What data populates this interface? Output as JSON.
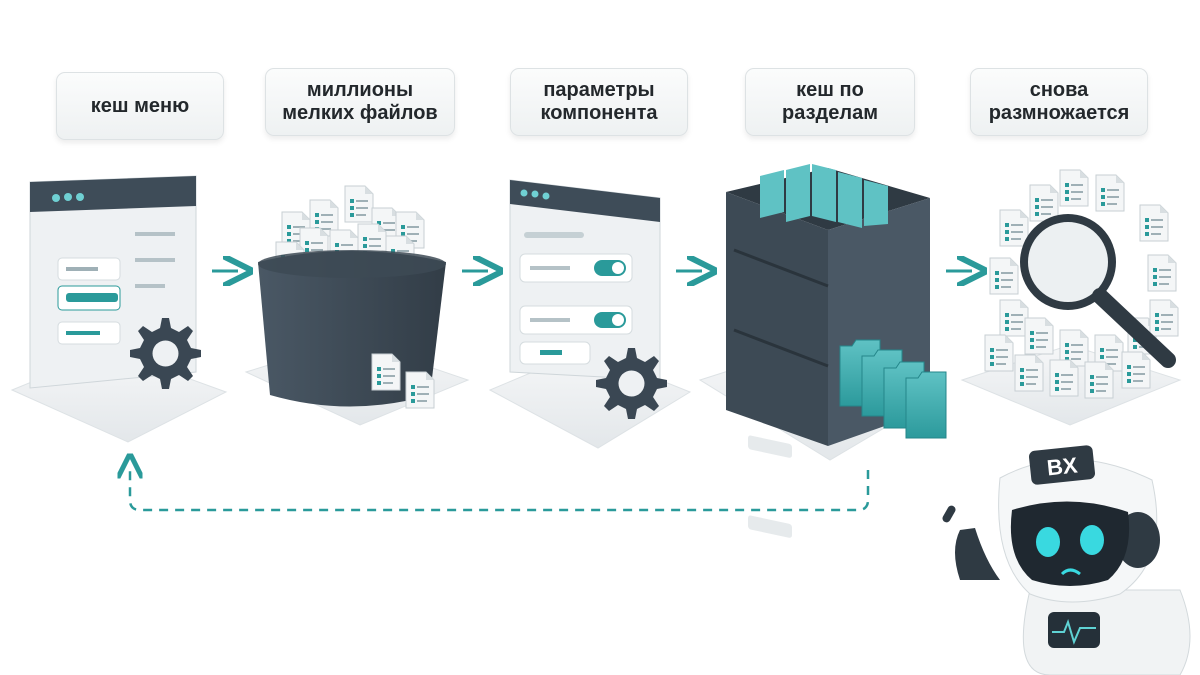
{
  "steps": [
    {
      "label_lines": [
        "кеш меню"
      ]
    },
    {
      "label_lines": [
        "миллионы",
        "мелких файлов"
      ]
    },
    {
      "label_lines": [
        "параметры",
        "компонента"
      ]
    },
    {
      "label_lines": [
        "кеш по",
        "разделам"
      ]
    },
    {
      "label_lines": [
        "снова",
        "размножается"
      ]
    }
  ],
  "robot": {
    "badge": "BX"
  },
  "colors": {
    "accent": "#2a9a9a",
    "dark": "#3d4a55",
    "panel": "#eef1f3"
  }
}
